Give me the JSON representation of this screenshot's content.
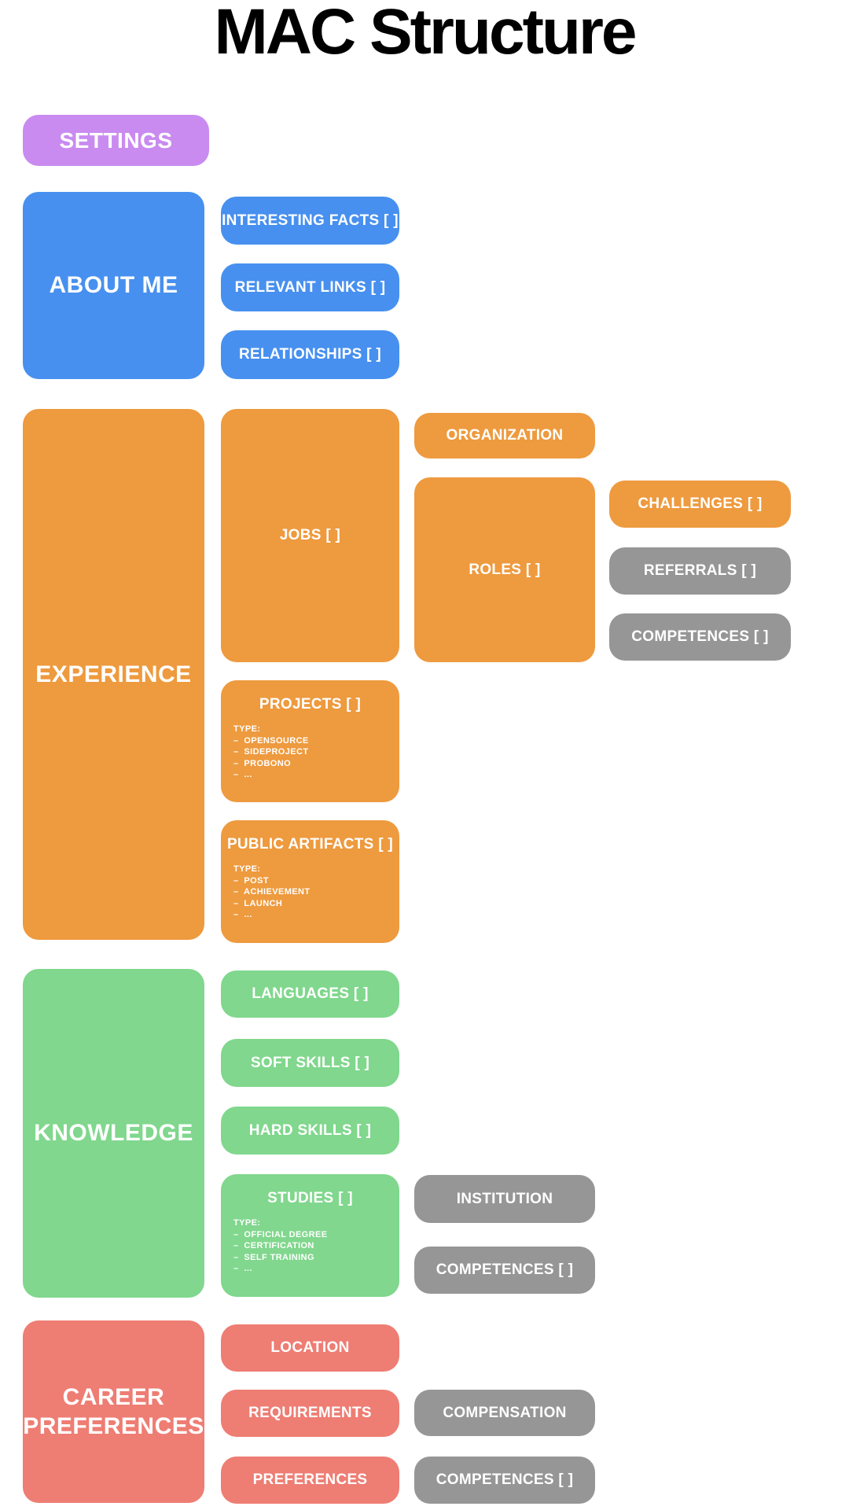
{
  "title": "MAC Structure",
  "colors": {
    "purple": "#C98BF0",
    "blue": "#4790EF",
    "orange": "#EE9A3E",
    "green": "#80D78D",
    "salmon": "#EE7D73",
    "gray": "#969696",
    "label_text": "#FFFFFF",
    "title_text": "#000000"
  },
  "settings": {
    "label": "SETTINGS"
  },
  "about_me": {
    "label": "ABOUT ME",
    "interesting_facts": "INTERESTING FACTS [ ]",
    "relevant_links": "RELEVANT LINKS [ ]",
    "relationships": "RELATIONSHIPS [ ]"
  },
  "experience": {
    "label": "EXPERIENCE",
    "jobs": "JOBS [ ]",
    "organization": "ORGANIZATION",
    "roles": "ROLES [ ]",
    "challenges": "CHALLENGES [ ]",
    "referrals": "REFERRALS [ ]",
    "roles_competences": "COMPETENCES [ ]",
    "projects": {
      "label": "PROJECTS [ ]",
      "type_heading": "TYPE:",
      "types": [
        "–  OPENSOURCE",
        "–  SIDEPROJECT",
        "–  PROBONO",
        "–  ..."
      ]
    },
    "public_artifacts": {
      "label": "PUBLIC ARTIFACTS [ ]",
      "type_heading": "TYPE:",
      "types": [
        "–  POST",
        "–  ACHIEVEMENT",
        "–  LAUNCH",
        "–  ..."
      ]
    }
  },
  "knowledge": {
    "label": "KNOWLEDGE",
    "languages": "LANGUAGES [ ]",
    "soft_skills": "SOFT SKILLS [ ]",
    "hard_skills": "HARD SKILLS [ ]",
    "studies": {
      "label": "STUDIES [ ]",
      "type_heading": "TYPE:",
      "types": [
        "–  OFFICIAL DEGREE",
        "–  CERTIFICATION",
        "–  SELF TRAINING",
        "–  ..."
      ]
    },
    "institution": "INSTITUTION",
    "studies_competences": "COMPETENCES [ ]"
  },
  "career_preferences": {
    "label": "CAREER PREFERENCES",
    "location": "LOCATION",
    "requirements": "REQUIREMENTS",
    "preferences": "PREFERENCES",
    "compensation": "COMPENSATION",
    "requirements_competences": "COMPETENCES [ ]"
  }
}
